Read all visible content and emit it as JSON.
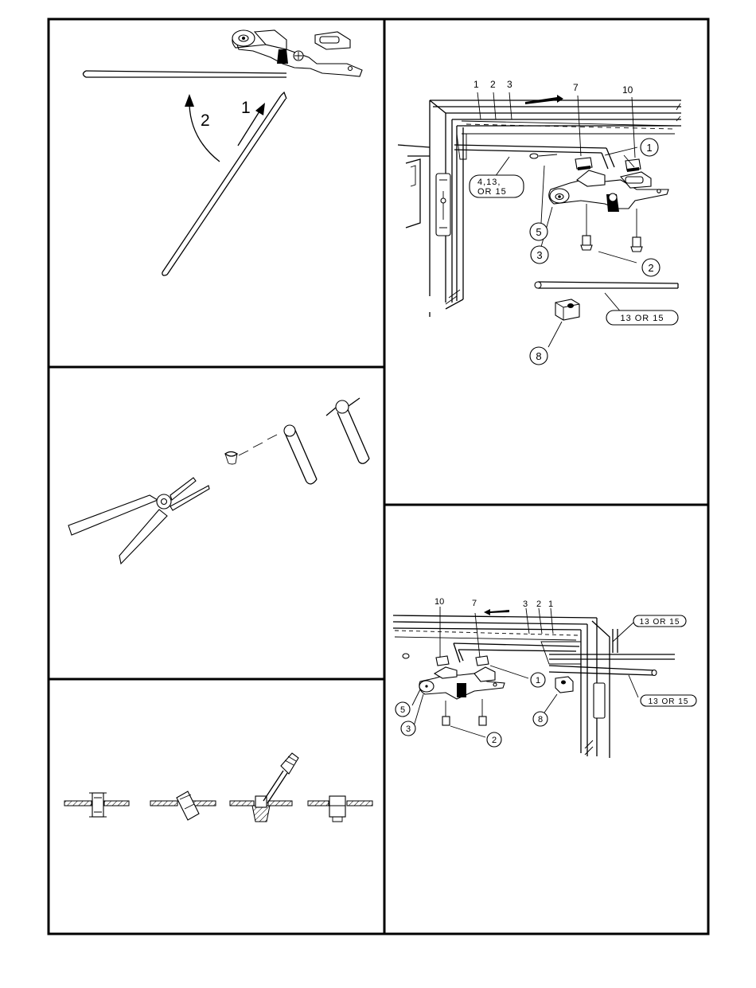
{
  "panel_top_left": {
    "steps": [
      "2",
      "1"
    ]
  },
  "panel_top_right": {
    "callouts": [
      "1",
      "2",
      "3",
      "7",
      "10"
    ],
    "circled_items": [
      "1",
      "2",
      "3",
      "5",
      "8"
    ],
    "label_a": "4,13, OR 15",
    "label_a_line1": "4,13,",
    "label_a_line2": "OR 15",
    "label_b": "13 OR 15"
  },
  "panel_bottom_right": {
    "callouts": [
      "10",
      "7",
      "3",
      "2",
      "1"
    ],
    "circled_items": [
      "1",
      "2",
      "3",
      "5",
      "8"
    ],
    "label_a": "13 OR 15",
    "label_b": "13 OR 15"
  }
}
